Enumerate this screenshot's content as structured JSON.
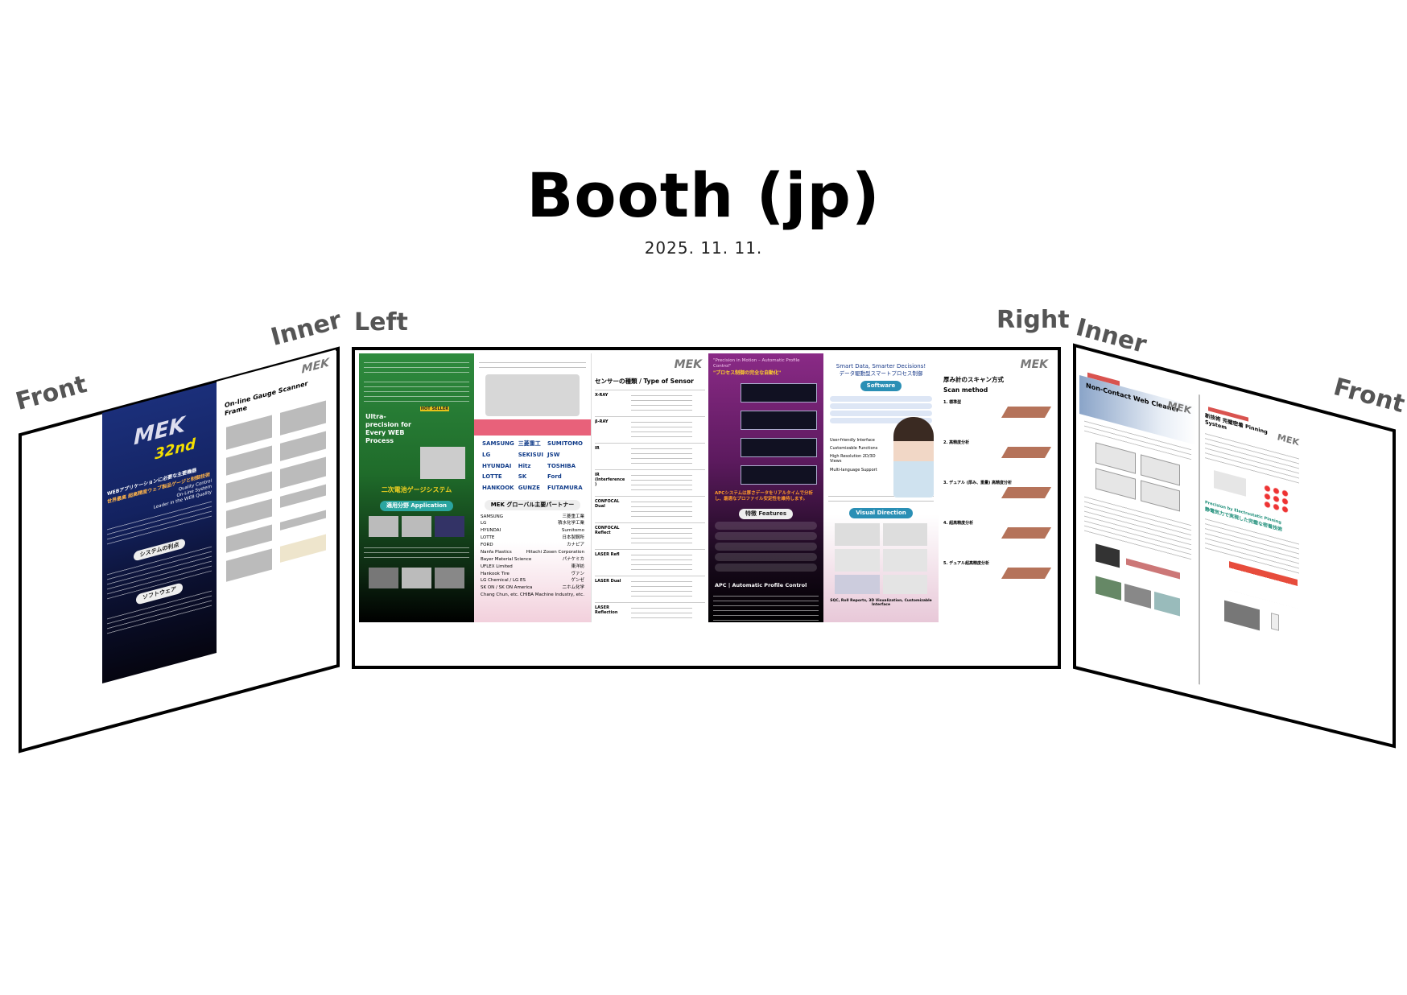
{
  "header": {
    "title": "Booth (jp)",
    "date": "2025. 11. 11."
  },
  "labels": {
    "left_front": "Front",
    "left_inner": "Inner",
    "center_left": "Left",
    "center_right": "Right",
    "right_inner": "Inner",
    "right_front": "Front"
  },
  "left_wall": {
    "poster1": {
      "logo": "MEK",
      "anniversary": "32nd",
      "headline1": "WEBアプリケーションに必要な主要機器",
      "headline2": "世界最高 超高精度ウェブ製品ゲージと制御技術",
      "tag1": "Quality Control",
      "tag2": "On-Line System",
      "tag3": "Leader in the WEB Quality",
      "section1": "システムの利点",
      "section2": "ソフトウェア"
    },
    "poster2": {
      "logo": "MEK",
      "title": "On-line Gauge Scanner Frame"
    }
  },
  "center_wall": {
    "poster1": {
      "badge": "HOT SELLER",
      "headline": "Ultra-precision for Every WEB Process",
      "subtitle": "二次電池ゲージシステム",
      "application_button": "適用分野 Application"
    },
    "poster2": {
      "partners_title": "MEK グローバル主要パートナー",
      "logos": [
        "SAMSUNG",
        "三菱重工",
        "SUMITOMO",
        "LG",
        "SEKISUI",
        "JSW",
        "HYUNDAI",
        "Hitz",
        "TOSHIBA",
        "LOTTE",
        "SK",
        "Ford",
        "HANKOOK",
        "GUNZE",
        "FUTAMURA"
      ],
      "partners_left": [
        "SAMSUNG",
        "LG",
        "HYUNDAI",
        "LOTTE",
        "FORD",
        "Nanfa Plastics",
        "Bayer Material Science",
        "UFLEX Limited",
        "Hankook Tire",
        "LG Chemical / LG ES",
        "SK ON / SK ON America",
        "Chang Chun, etc."
      ],
      "partners_right": [
        "三菱重工業",
        "積水化学工業",
        "Sumitomo",
        "日本製鋼所",
        "カナピア",
        "Hitachi Zosen Corporation",
        "パナケミカ",
        "東洋紡",
        "ヴァン",
        "ゲンゼ",
        "二ホム化学",
        "CHIBA Machine Industry, etc."
      ]
    },
    "poster3": {
      "logo": "MEK",
      "title": "センサーの種類 / Type of Sensor",
      "sensors": [
        "X-RAY",
        "β-RAY",
        "IR",
        "IR (Interference)",
        "CONFOCAL Dual",
        "CONFOCAL Reflect",
        "LASER Refl",
        "LASER Dual",
        "LASER Reflection"
      ]
    },
    "poster4": {
      "quote_en": "\"Precision in Motion – Automatic Profile Control\"",
      "quote_jp": "\"プロセス制御の完全な自動化\"",
      "summary": "APCシステムは厚さデータをリアルタイムで分析し、最適なプロファイル安定性を維持します。",
      "features_button": "特徴 Features",
      "apc_title": "APC | Automatic Profile Control"
    },
    "poster5": {
      "title_en": "Smart Data, Smarter Decisions!",
      "title_jp": "データ駆動型スマートプロセス制御",
      "software_button": "Software",
      "bullets": [
        "User-friendly Interface",
        "Customizable Functions",
        "High Resolution 2D/3D Views",
        "Multi-language Support"
      ],
      "visual_button": "Visual Direction",
      "caption": "SQC, Roll Reports, 3D Visualization, Customizable Interface"
    },
    "poster6": {
      "logo": "MEK",
      "title_jp": "厚み計のスキャン方式",
      "title_en": "Scan method",
      "methods": [
        "1. 標準型",
        "2. 高精度分析",
        "3. デュアル (厚み、重量) 高精度分析",
        "4. 超高精度分析",
        "5. デュアル超高精度分析"
      ]
    }
  },
  "right_wall": {
    "poster1": {
      "logo": "MEK",
      "title": "Non-Contact Web Cleaner"
    },
    "poster2": {
      "logo": "MEK",
      "title": "新技術 完璧密着 Pinning System",
      "subtitle_en": "Precision by Electrostatic Pinning",
      "subtitle_jp": "静電気力で実現した完璧な密着技術"
    }
  },
  "colors": {
    "green": "#2e8b3e",
    "purple": "#6a1f6c",
    "navy": "#1b2f7a",
    "pink": "#e8617a",
    "teal": "#2aa5a0"
  }
}
